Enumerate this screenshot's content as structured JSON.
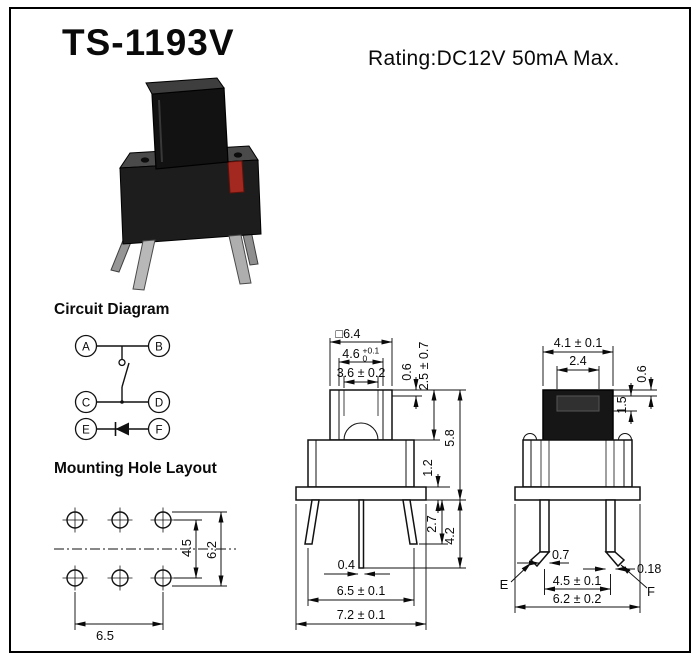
{
  "header": {
    "title": "TS-1193V",
    "rating": "Rating:DC12V 50mA Max."
  },
  "circuit": {
    "heading": "Circuit Diagram",
    "terminals": {
      "a": "A",
      "b": "B",
      "c": "C",
      "d": "D",
      "e": "E",
      "f": "F"
    }
  },
  "mounting": {
    "heading": "Mounting Hole Layout",
    "dim_hole_span": "6.5",
    "dim_row_spacing": "4.5",
    "dim_outer_span": "6.2"
  },
  "front_view": {
    "dim_cap_square": "□6.4",
    "dim_cap_inner": "4.6",
    "dim_cap_inner_tol_upper": "+0.1",
    "dim_cap_inner_tol_lower": "0",
    "dim_plunger": "3.6 ± 0.2",
    "dim_top_gap": "0.6",
    "dim_travel": "2.5 ± 0.7",
    "dim_step": "1.2",
    "dim_height": "5.8",
    "dim_leg_short": "2.7",
    "dim_leg_long": "4.2",
    "dim_pin_width": "0.4",
    "dim_pin_span": "6.5 ± 0.1",
    "dim_base_width": "7.2 ± 0.1"
  },
  "side_view": {
    "dim_cap_width": "4.1 ± 0.1",
    "dim_window": "2.4",
    "dim_top_gap": "0.6",
    "dim_step": "1.5",
    "dim_leg_width": "0.7",
    "dim_leg_span": "4.5 ± 0.1",
    "dim_leg_thickness": "0.18",
    "dim_base_width": "6.2 ± 0.2",
    "terminal_e": "E",
    "terminal_f": "F"
  }
}
